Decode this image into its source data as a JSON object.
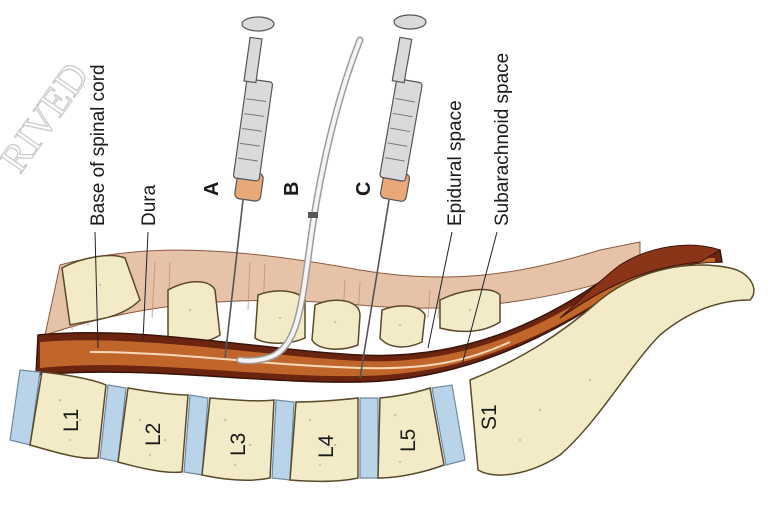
{
  "watermark": "RIVED",
  "labels": {
    "base_of_spinal_cord": "Base of spinal cord",
    "dura": "Dura",
    "epidural_space": "Epidural space",
    "subarachnoid_space": "Subarachnoid space",
    "needle_a": "A",
    "needle_b": "B",
    "needle_c": "C",
    "l1": "L1",
    "l2": "L2",
    "l3": "L3",
    "l4": "L4",
    "l5": "L5",
    "s1": "S1"
  },
  "colors": {
    "bone": "#f3ebc8",
    "disc": "#b9d4e8",
    "dura_outer": "#6b2410",
    "spinal_tissue": "#c0662a",
    "ligament": "#e6c2a8",
    "syringe": "#d9dadb",
    "plunger_tip": "#e8a878"
  }
}
